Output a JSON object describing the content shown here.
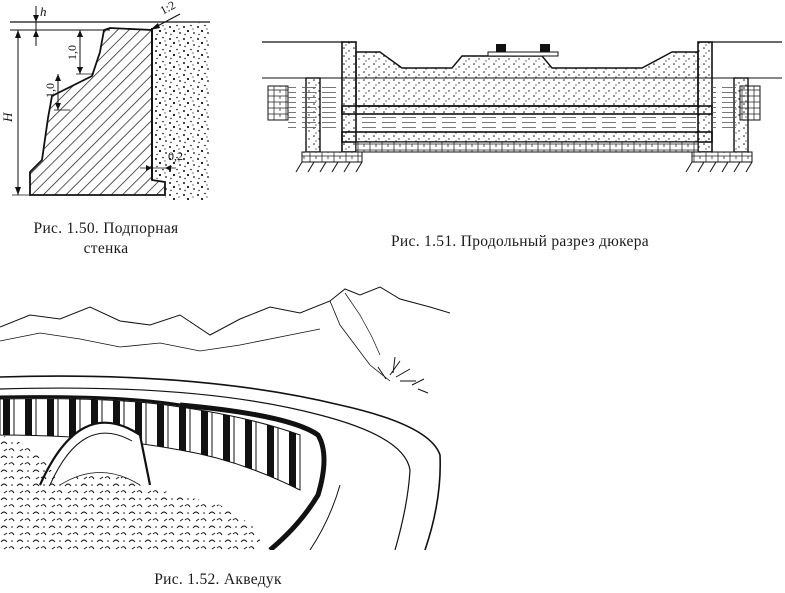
{
  "figures": {
    "retaining_wall": {
      "caption_line1": "Рис. 1.50. Подпорная",
      "caption_line2": "стенка",
      "labels": {
        "h": "h",
        "slope": "1:2",
        "step_upper": "1,0",
        "step_lower": "1,0",
        "height": "H",
        "toe": "0,2"
      }
    },
    "culvert_section": {
      "caption": "Рис. 1.51. Продольный разрез дюкера"
    },
    "aqueduct": {
      "caption": "Рис. 1.52. Акведук"
    }
  },
  "colors": {
    "ink": "#111111",
    "paper": "#ffffff",
    "water": "#555555"
  }
}
